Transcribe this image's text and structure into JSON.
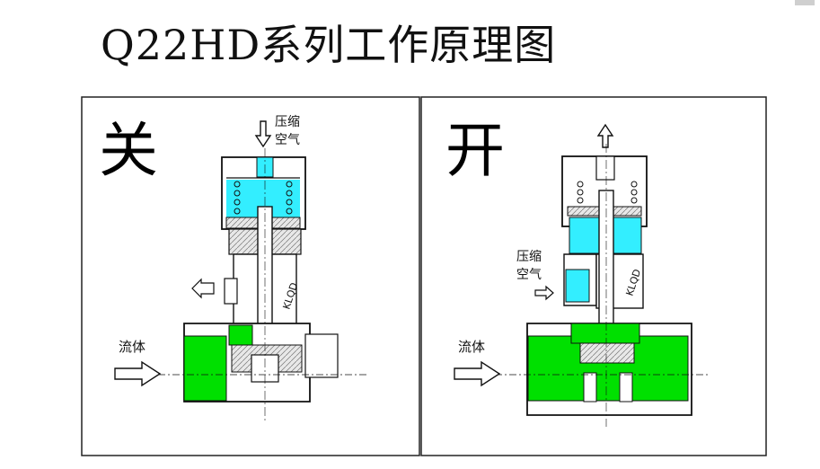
{
  "title": "Q22HD系列工作原理图",
  "panels": {
    "closed": {
      "state_label": "关",
      "air_label_line1": "压缩",
      "air_label_line2": "空气",
      "fluid_label": "流体",
      "stem_text": "KLQD"
    },
    "open": {
      "state_label": "开",
      "air_label_line1": "压缩",
      "air_label_line2": "空气",
      "fluid_label": "流体",
      "stem_text": "KLQD"
    }
  },
  "colors": {
    "fluid": "#00e000",
    "air": "#33eeff",
    "body_fill": "#ffffff",
    "line": "#111111"
  }
}
